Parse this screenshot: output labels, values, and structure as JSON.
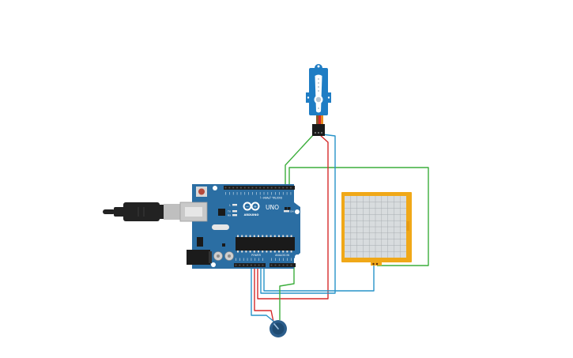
{
  "canvas": {
    "background": "#ffffff"
  },
  "arduino": {
    "brand_text": "ARDUINO",
    "model_text": "UNO",
    "digital_header_label": "DIGITAL (PWM~)",
    "power_label": "POWER",
    "analog_label": "ANALOG IN",
    "on_label": "ON",
    "tx_label": "TX",
    "rx_label": "RX",
    "pin_l_label": "L",
    "board_color": "#2b6ea3",
    "header_color": "#1e1e1e"
  },
  "usb_cable": {
    "plug_color": "#222222",
    "connector_color": "#bfbfbf"
  },
  "servo": {
    "body_color": "#1f7dc4",
    "horn_color": "#ffffff",
    "header_color": "#1a1a1a"
  },
  "sensor_pad": {
    "frame_color": "#f0a818",
    "surface_color": "#d8dcde",
    "grid_color": "#a9aeb2"
  },
  "potentiometer": {
    "body_color": "#2c5e8c",
    "knob_color": "#1f4b72"
  },
  "wire_colors": {
    "signal": "#3cae3c",
    "power": "#d52a2a",
    "ground": "#2793c9"
  }
}
